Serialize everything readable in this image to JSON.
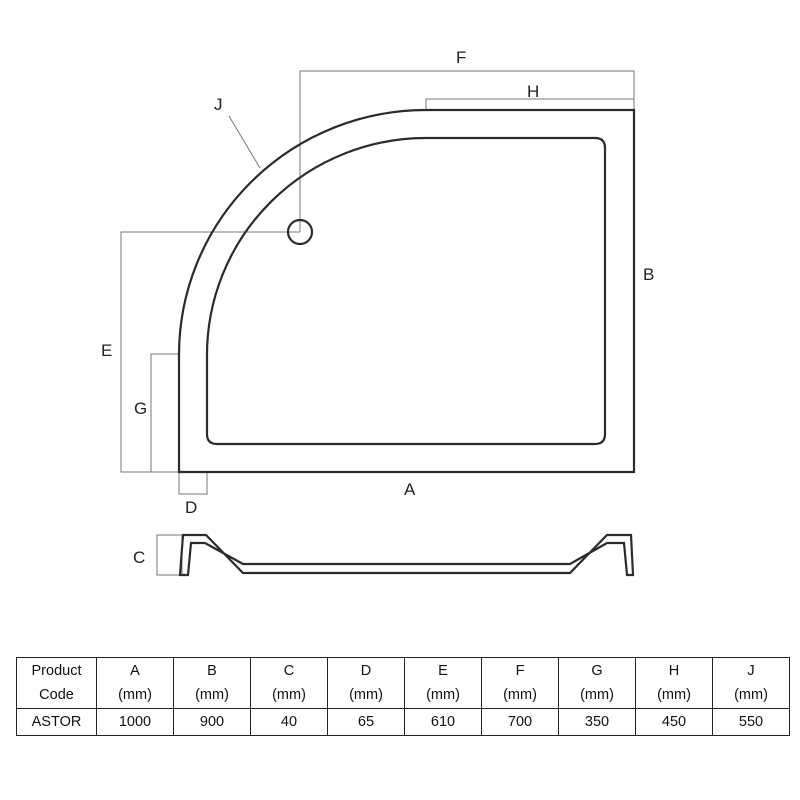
{
  "diagram": {
    "labels": {
      "A": "A",
      "B": "B",
      "C": "C",
      "D": "D",
      "E": "E",
      "F": "F",
      "G": "G",
      "H": "H",
      "J": "J"
    },
    "line_color": "#2b2b2b",
    "dimension_line_color": "#777777"
  },
  "table": {
    "header_first": [
      "Product",
      "Code"
    ],
    "columns": [
      {
        "letter": "A",
        "unit": "(mm)"
      },
      {
        "letter": "B",
        "unit": "(mm)"
      },
      {
        "letter": "C",
        "unit": "(mm)"
      },
      {
        "letter": "D",
        "unit": "(mm)"
      },
      {
        "letter": "E",
        "unit": "(mm)"
      },
      {
        "letter": "F",
        "unit": "(mm)"
      },
      {
        "letter": "G",
        "unit": "(mm)"
      },
      {
        "letter": "H",
        "unit": "(mm)"
      },
      {
        "letter": "J",
        "unit": "(mm)"
      }
    ],
    "rows": [
      {
        "code": "ASTOR",
        "values": [
          "1000",
          "900",
          "40",
          "65",
          "610",
          "700",
          "350",
          "450",
          "550"
        ]
      }
    ]
  }
}
